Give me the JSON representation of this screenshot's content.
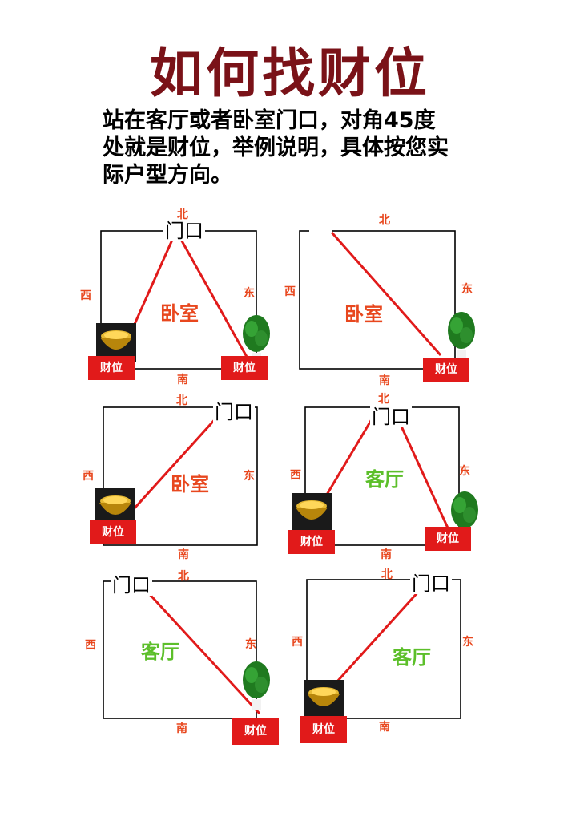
{
  "title": "如何找财位",
  "intro": "站在客厅或者卧室门口，对角45度处就是财位，举例说明，具体按您实际户型方向。",
  "colors": {
    "title": "#7a1218",
    "direction_label": "#e8471e",
    "diagonal_line": "#e11a1a",
    "badge_bg": "#e11a1a",
    "bedroom_label": "#e8471e",
    "living_room_label": "#5cbf2a"
  },
  "icons": [
    "treasure-pot-icon",
    "money-tree-icon"
  ],
  "panels": [
    {
      "north": "北",
      "south": "南",
      "west": "西",
      "east": "东",
      "door": "门口",
      "room": "卧室",
      "badge_left": "财位",
      "badge_right": "财位"
    },
    {
      "north": "北",
      "south": "南",
      "west": "西",
      "east": "东",
      "room": "卧室",
      "badge_right": "财位"
    },
    {
      "north": "北",
      "south": "南",
      "west": "西",
      "east": "东",
      "door": "门口",
      "room": "卧室",
      "badge_left": "财位"
    },
    {
      "north": "北",
      "south": "南",
      "west": "西",
      "east": "东",
      "door": "门口",
      "room": "客厅",
      "badge_left": "财位",
      "badge_right": "财位"
    },
    {
      "north": "北",
      "south": "南",
      "west": "西",
      "east": "东",
      "door": "门口",
      "room": "客厅",
      "badge_right": "财位"
    },
    {
      "north": "北",
      "south": "南",
      "west": "西",
      "east": "东",
      "door": "门口",
      "room": "客厅",
      "badge_left": "财位"
    }
  ]
}
